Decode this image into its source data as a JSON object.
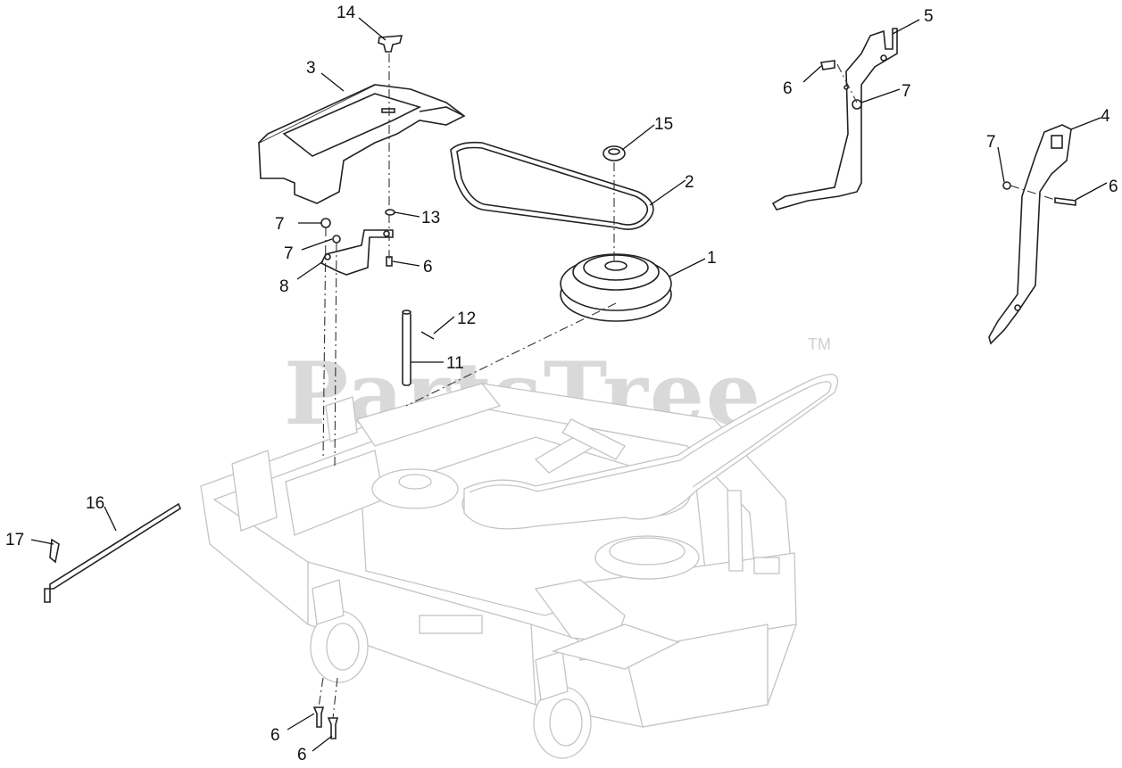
{
  "watermark": {
    "text": "PartsTree",
    "trademark": "TM"
  },
  "callouts": [
    "14",
    "3",
    "5",
    "6",
    "7",
    "4",
    "7",
    "6",
    "15",
    "2",
    "7",
    "13",
    "7",
    "6",
    "8",
    "1",
    "12",
    "11",
    "16",
    "17",
    "6",
    "6"
  ]
}
